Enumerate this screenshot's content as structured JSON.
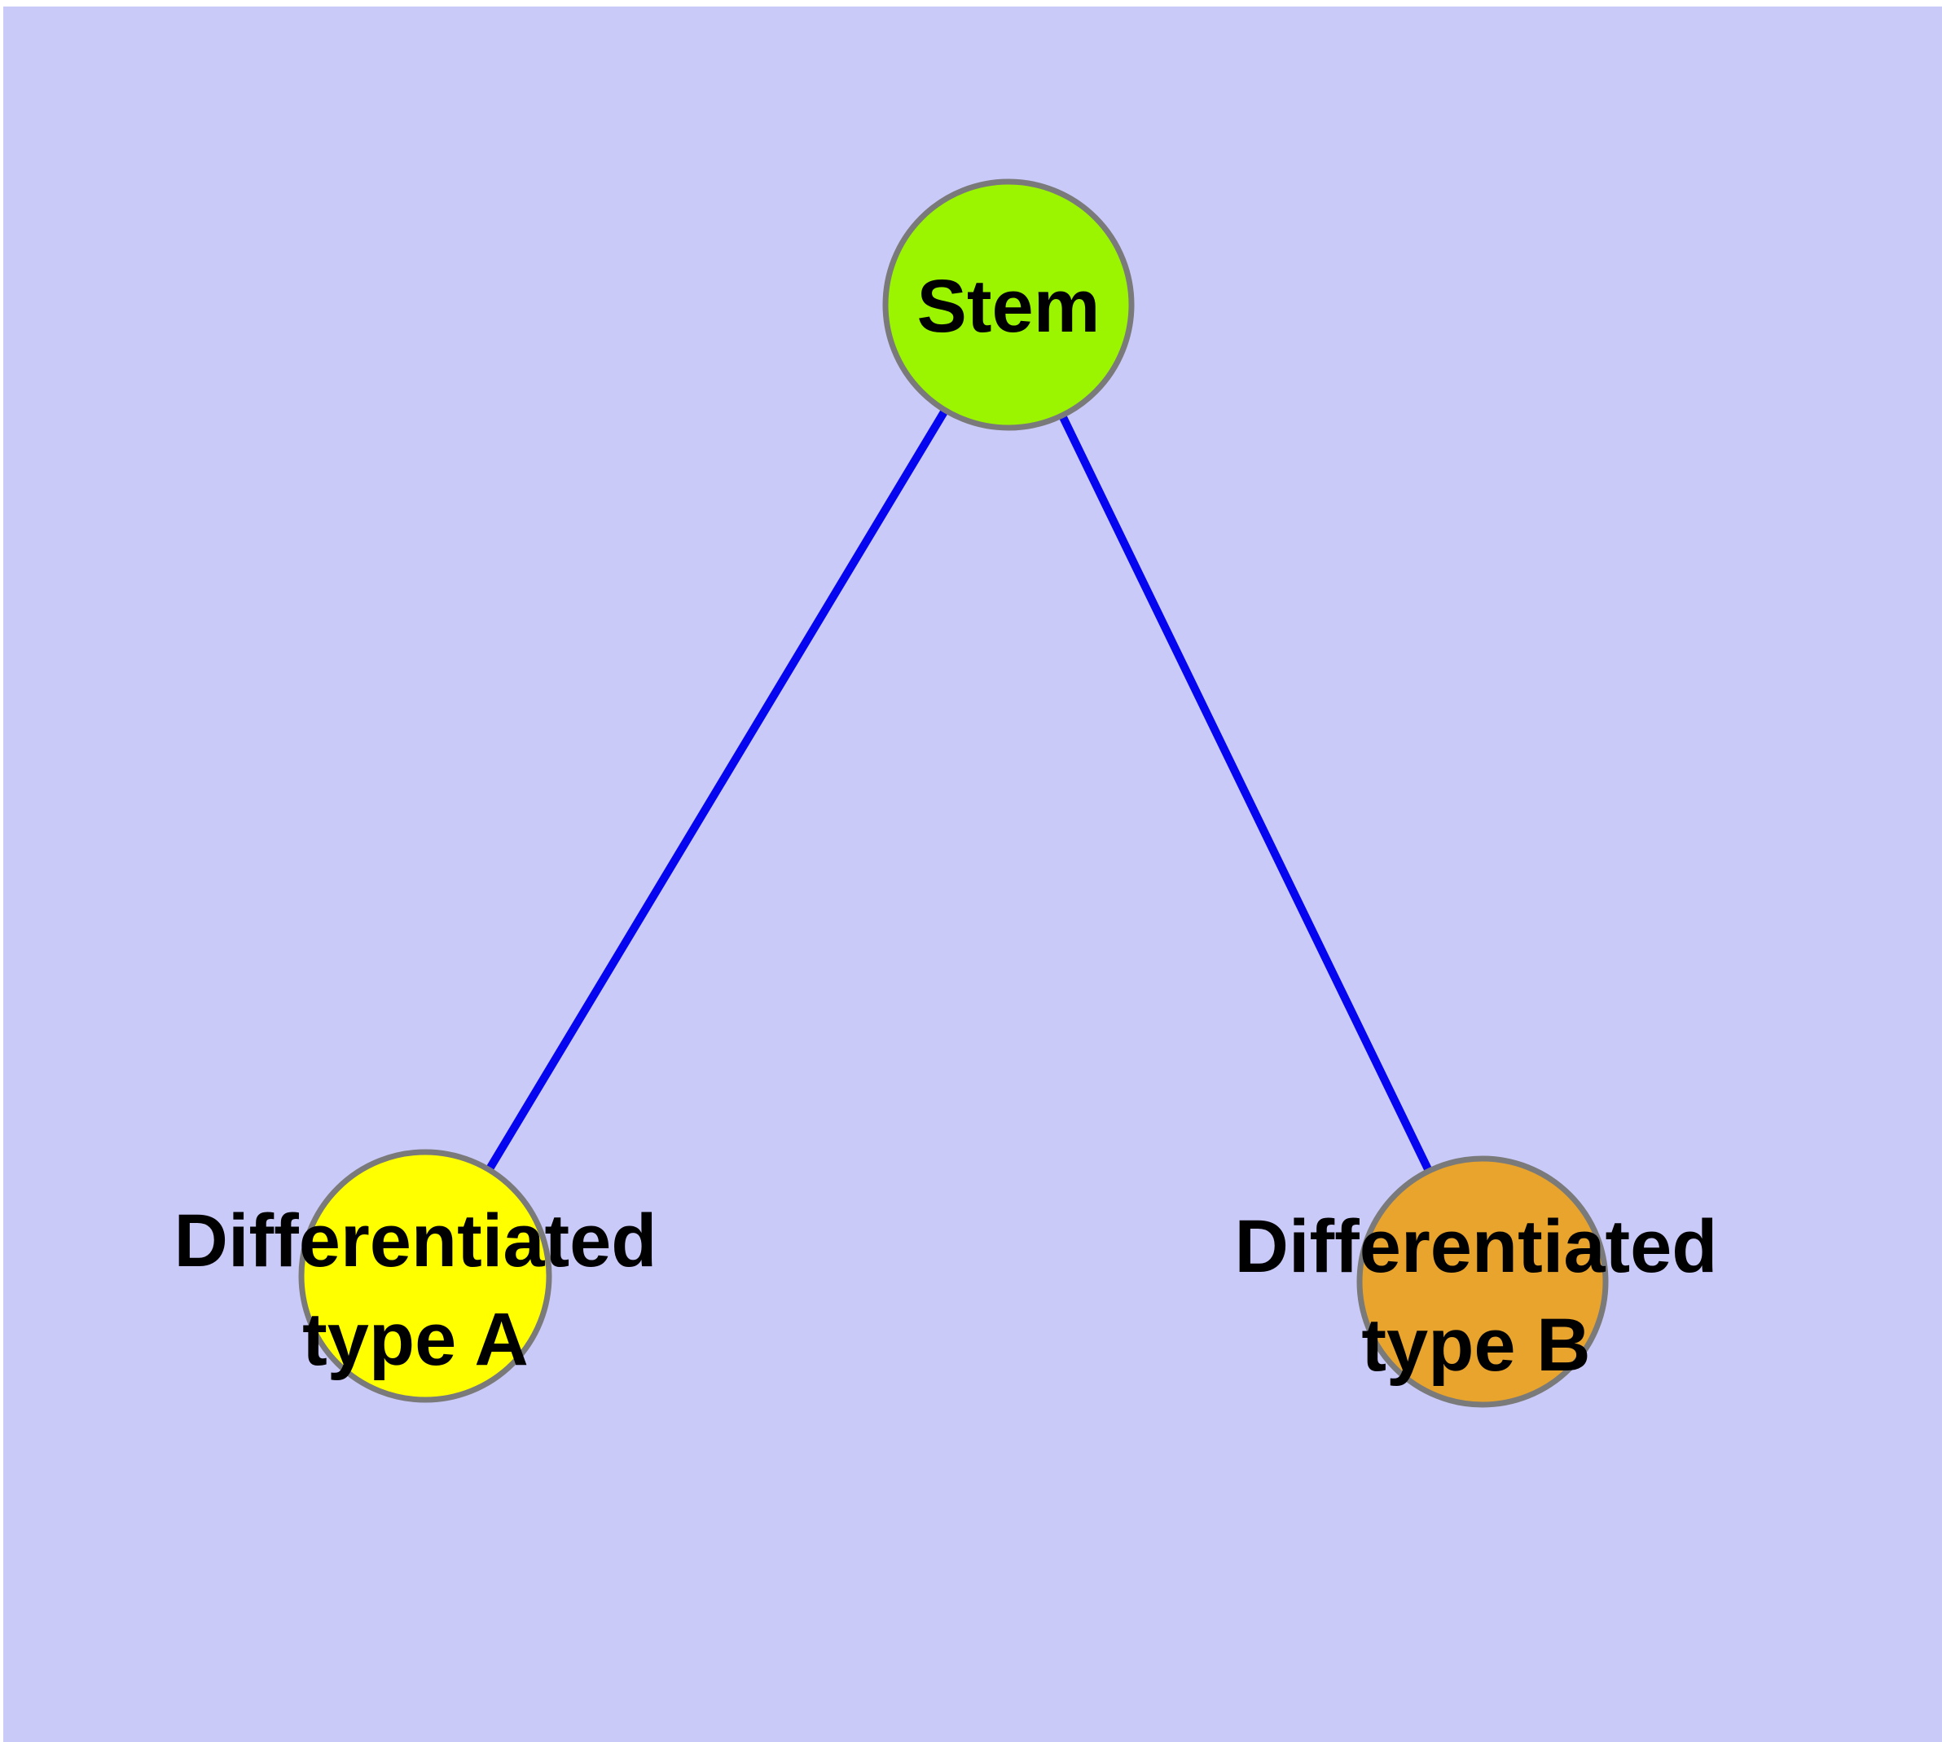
{
  "diagram": {
    "type": "node-link-graph",
    "colors": {
      "page_background": "#FFFFFF",
      "canvas_background": "#CACAF9",
      "edge": "#0505F0",
      "node_border": "#7A7A7A",
      "label_text": "#000000"
    },
    "nodes": {
      "stem": {
        "label": "Stem",
        "fill": "#9BF501"
      },
      "type_a": {
        "label_line1": "Differentiated",
        "label_line2": "type A",
        "fill": "#FFFF00"
      },
      "type_b": {
        "label_line1": "Differentiated",
        "label_line2": "type B",
        "fill": "#E8A42C"
      }
    },
    "edges": [
      {
        "from": "Stem",
        "to": "Differentiated type A"
      },
      {
        "from": "Stem",
        "to": "Differentiated type B"
      }
    ]
  }
}
